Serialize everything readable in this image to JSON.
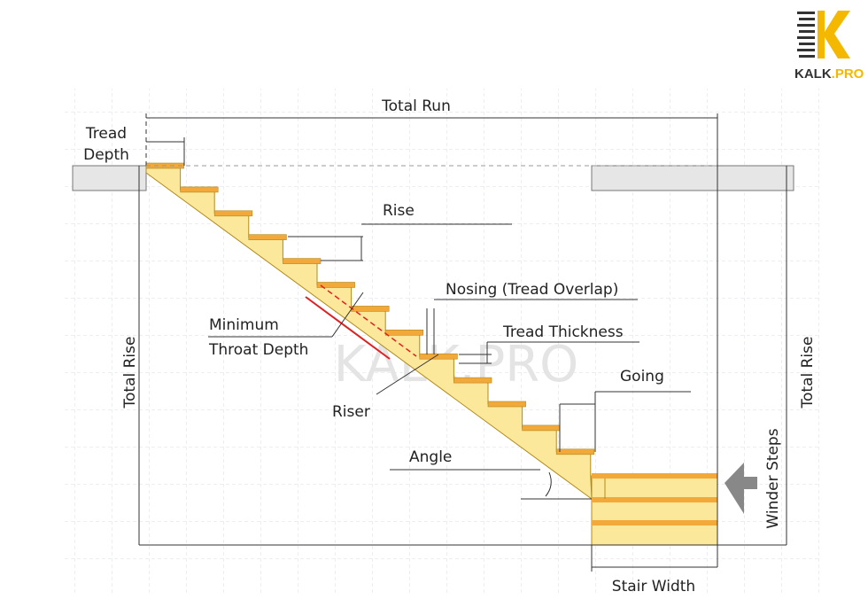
{
  "logo": {
    "text_main": "KALK",
    "text_dot": ".",
    "text_pro": "PRO",
    "accent": "#f5b800"
  },
  "watermark": "KALK.PRO",
  "labels": {
    "total_run": "Total Run",
    "tread_depth_1": "Tread",
    "tread_depth_2": "Depth",
    "rise": "Rise",
    "nosing": "Nosing (Tread Overlap)",
    "min_throat_1": "Minimum",
    "min_throat_2": "Throat Depth",
    "tread_thickness": "Tread Thickness",
    "riser": "Riser",
    "going": "Going",
    "angle": "Angle",
    "total_rise_left": "Total Rise",
    "total_rise_right": "Total Rise",
    "winder_steps": "Winder Steps",
    "stair_width": "Stair Width"
  },
  "colors": {
    "stair_fill": "#fbe89a",
    "tread": "#f3a83a",
    "outline": "#b08a1e",
    "throat": "#e02020",
    "floor": "#e6e6e6"
  }
}
